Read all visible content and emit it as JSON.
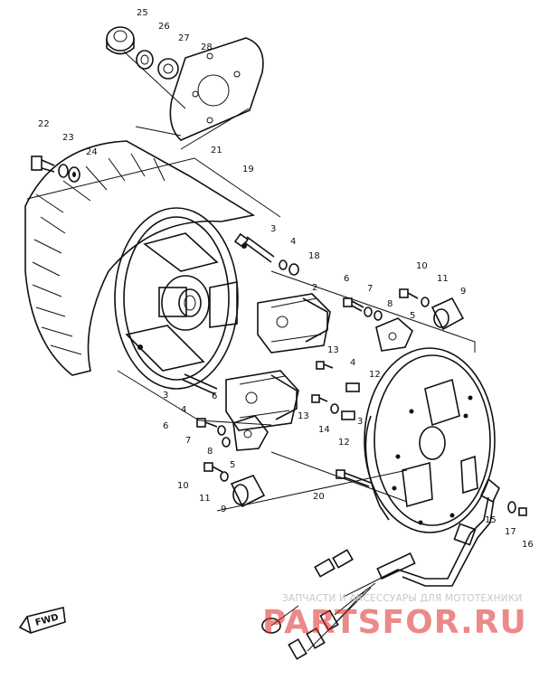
{
  "callouts": [
    {
      "id": "c25",
      "text": "25"
    },
    {
      "id": "c26",
      "text": "26"
    },
    {
      "id": "c27",
      "text": "27"
    },
    {
      "id": "c28",
      "text": "28"
    },
    {
      "id": "c22",
      "text": "22"
    },
    {
      "id": "c23",
      "text": "23"
    },
    {
      "id": "c24",
      "text": "24"
    },
    {
      "id": "c21",
      "text": "21"
    },
    {
      "id": "c19",
      "text": "19"
    },
    {
      "id": "c3a",
      "text": "3"
    },
    {
      "id": "c4a",
      "text": "4"
    },
    {
      "id": "c18",
      "text": "18"
    },
    {
      "id": "c2a",
      "text": "2"
    },
    {
      "id": "c6a",
      "text": "6"
    },
    {
      "id": "c7a",
      "text": "7"
    },
    {
      "id": "c8a",
      "text": "8"
    },
    {
      "id": "c10a",
      "text": "10"
    },
    {
      "id": "c11a",
      "text": "11"
    },
    {
      "id": "c9a",
      "text": "9"
    },
    {
      "id": "c5a",
      "text": "5"
    },
    {
      "id": "c13a",
      "text": "13"
    },
    {
      "id": "c4b",
      "text": "4"
    },
    {
      "id": "c12a",
      "text": "12"
    },
    {
      "id": "c3b",
      "text": "3"
    },
    {
      "id": "c6b",
      "text": "6"
    },
    {
      "id": "c4c",
      "text": "4"
    },
    {
      "id": "c13b",
      "text": "13"
    },
    {
      "id": "c14",
      "text": "14"
    },
    {
      "id": "c3c",
      "text": "3"
    },
    {
      "id": "c12b",
      "text": "12"
    },
    {
      "id": "c6c",
      "text": "6"
    },
    {
      "id": "c7b",
      "text": "7"
    },
    {
      "id": "c8b",
      "text": "8"
    },
    {
      "id": "c5b",
      "text": "5"
    },
    {
      "id": "c10b",
      "text": "10"
    },
    {
      "id": "c11b",
      "text": "11"
    },
    {
      "id": "c9b",
      "text": "9"
    },
    {
      "id": "c20",
      "text": "20"
    },
    {
      "id": "c15",
      "text": "15"
    },
    {
      "id": "c17",
      "text": "17"
    },
    {
      "id": "c16",
      "text": "16"
    }
  ],
  "fwd_label": "FWD",
  "watermark": {
    "caption": "ЗАПЧАСТИ И АКСЕССУАРЫ ДЛЯ МОТОТЕХНИКИ",
    "logo": "PARTSFOR.RU"
  }
}
